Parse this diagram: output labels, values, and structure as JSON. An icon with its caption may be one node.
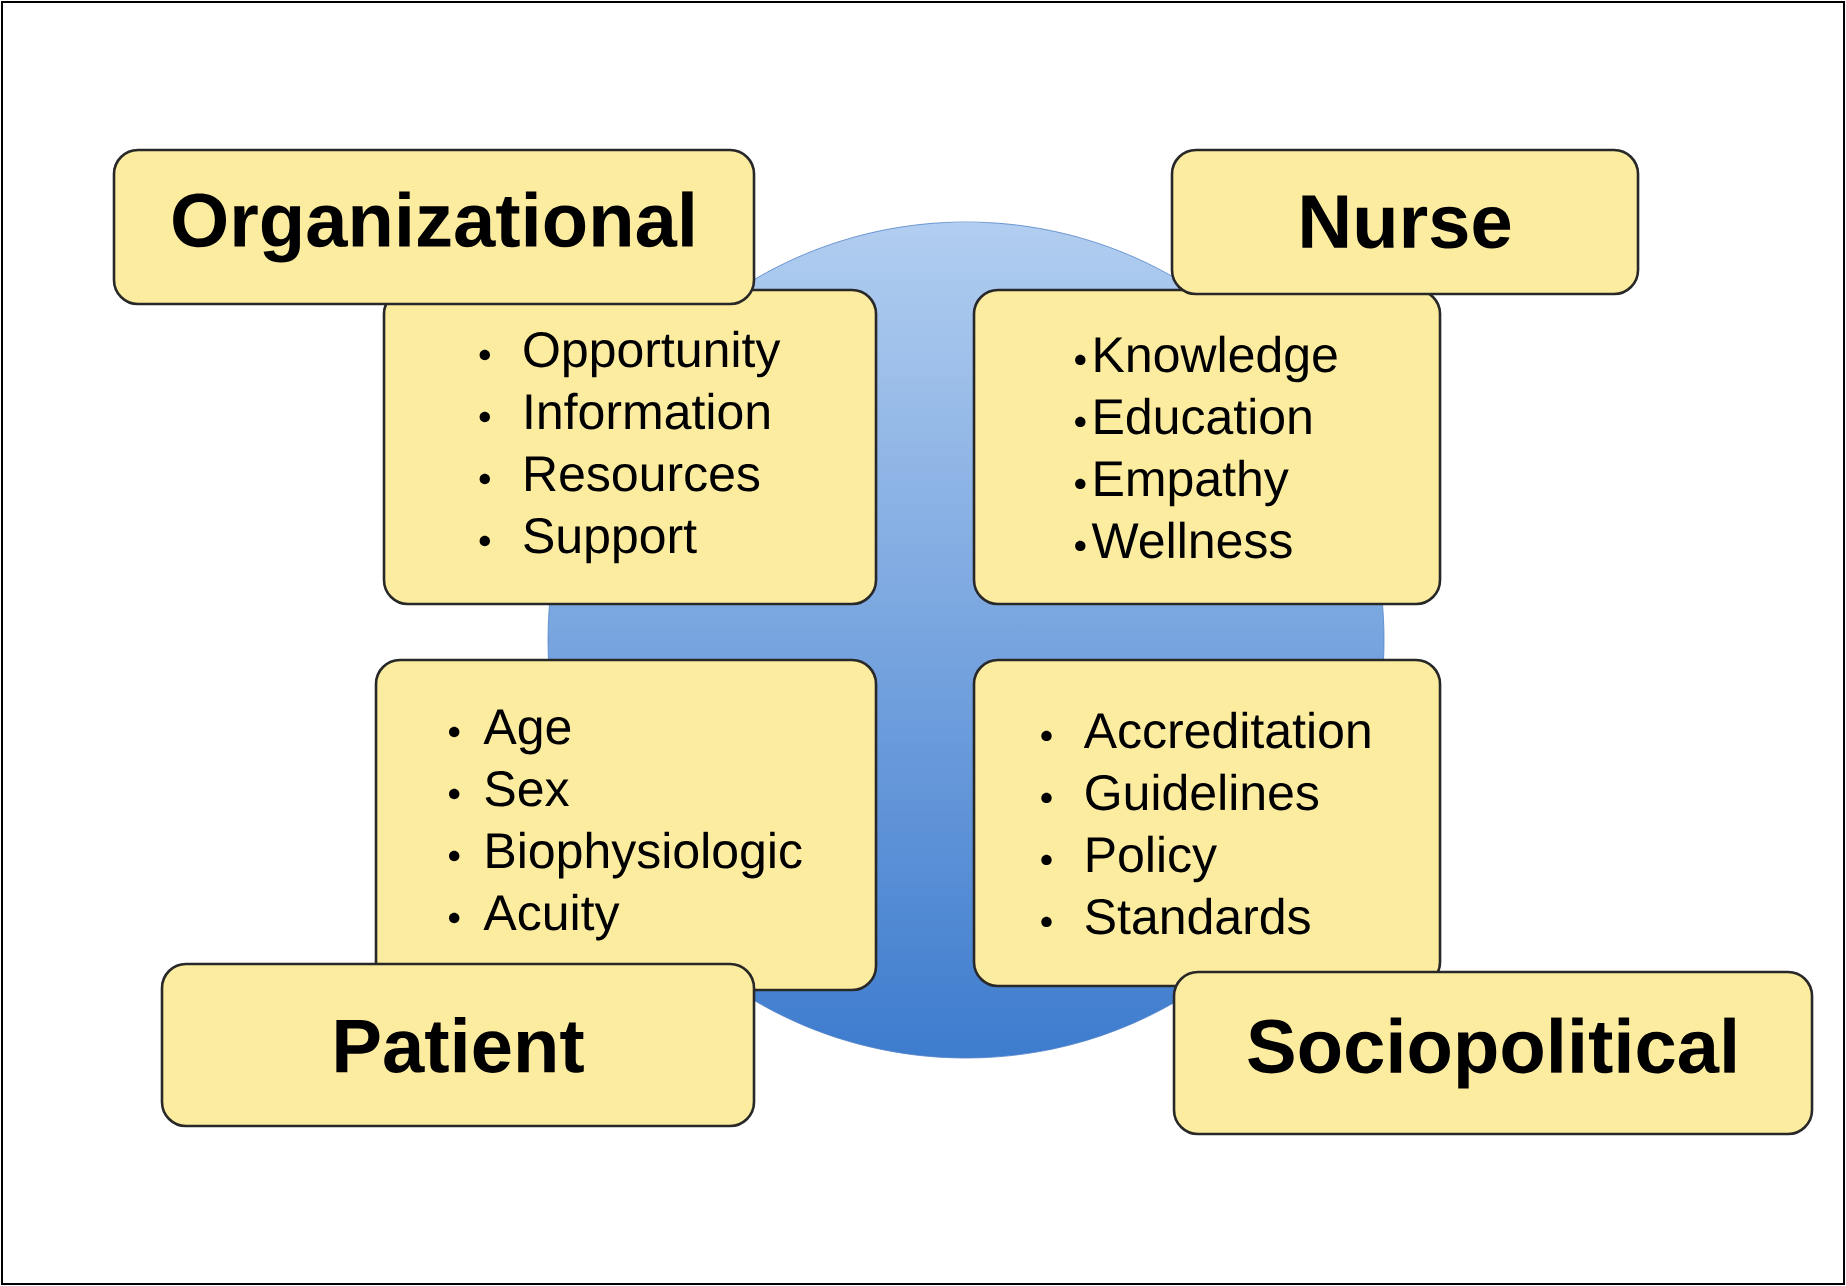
{
  "diagram": {
    "nodes": [
      {
        "text": [
          "Organizational"
        ]
      },
      {
        "text": [
          "Nurse"
        ]
      },
      {
        "text": [
          "Opportunity",
          "Information",
          "Resources",
          "Support"
        ]
      },
      {
        "text": [
          "Knowledge",
          "Education",
          "Empathy",
          "Wellness"
        ]
      },
      {
        "text": [
          "Age",
          "Sex",
          "Biophysiologic",
          "Acuity"
        ]
      },
      {
        "text": [
          "Accreditation",
          "Guidelines",
          "Policy",
          "Standards"
        ]
      },
      {
        "text": [
          "Patient"
        ]
      },
      {
        "text": [
          "Sociopolitical"
        ]
      }
    ],
    "edges": []
  }
}
